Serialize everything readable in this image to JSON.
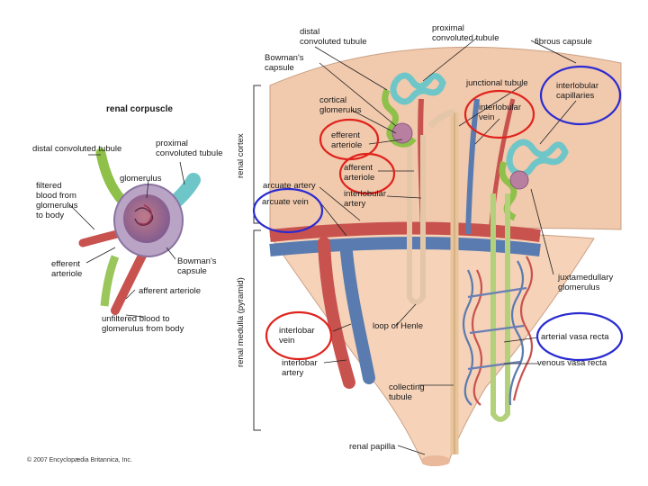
{
  "labels": {
    "renal_corpuscle": "renal corpuscle",
    "rc_distal": "distal convoluted tubule",
    "rc_proximal": "proximal\nconvoluted tubule",
    "rc_glomerulus": "glomerulus",
    "rc_filtered": "filtered\nblood from\nglomerulus\nto body",
    "rc_efferent": "efferent\narteriole",
    "rc_bowmans": "Bowman's\ncapsule",
    "rc_afferent": "afferent arteriole",
    "rc_unfiltered": "unfiltered blood to\nglomerulus from body",
    "renal_cortex": "renal cortex",
    "renal_medulla": "renal medulla (pyramid)",
    "distal_top": "distal\nconvoluted tubule",
    "proximal_top": "proximal\nconvoluted tubule",
    "bowmans_top": "Bowman's\ncapsule",
    "fibrous_capsule": "fibrous capsule",
    "junctional_tubule": "junctional tubule",
    "interlobular_capillaries": "interlobular\ncapillaries",
    "cortical_glomerulus": "cortical\nglomerulus",
    "interlobular_vein": "interlobular\nvein",
    "efferent_arteriole": "efferent\narteriole",
    "afferent_arteriole": "afferent\narteriole",
    "arcuate_artery": "arcuate artery",
    "arcuate_vein": "arcuate vein",
    "interlobular_artery": "interlobular\nartery",
    "juxtamedullary_glomerulus": "juxtamedullary\nglomerulus",
    "interlobar_vein": "interlobar\nvein",
    "loop_of_henle": "loop of Henle",
    "arterial_vasa_recta": "arterial vasa recta",
    "venous_vasa_recta": "venous vasa recta",
    "interlobar_artery": "interlobar\nartery",
    "collecting_tubule": "collecting\ntubule",
    "renal_papilla": "renal papilla",
    "copyright": "© 2007 Encyclopædia Britannica, Inc."
  },
  "colors": {
    "tissue": "#f1c9ad",
    "cortex_edge": "#e8b898",
    "artery": "#c8524e",
    "vein": "#5a7bb0",
    "tubule_green": "#8fc04a",
    "tubule_teal": "#3fa9b8",
    "glomerulus": "#9b6b9e",
    "highlight_red": "#e0231c",
    "highlight_blue": "#2b2bd0"
  }
}
